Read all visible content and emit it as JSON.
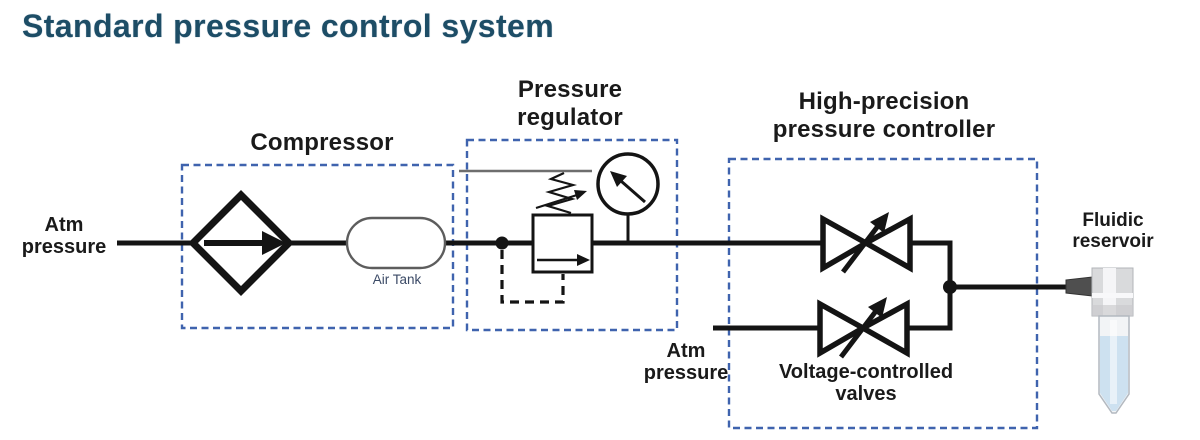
{
  "title": "Standard pressure control system",
  "labels": {
    "compressor": "Compressor",
    "regulator": "Pressure\nregulator",
    "controller": "High-precision\npressure controller",
    "atm_left": "Atm\npressure",
    "atm_bottom": "Atm\npressure",
    "valves": "Voltage-controlled\nvalves",
    "reservoir": "Fluidic\nreservoir",
    "air_tank": "Air Tank"
  },
  "colors": {
    "title_text": "#1d4d66",
    "box_border": "#3f63ae",
    "diagram_line": "#141414",
    "label_text": "#1a1a1a",
    "air_tank_text": "#3b4a66",
    "liquid": "#cde1f0"
  }
}
